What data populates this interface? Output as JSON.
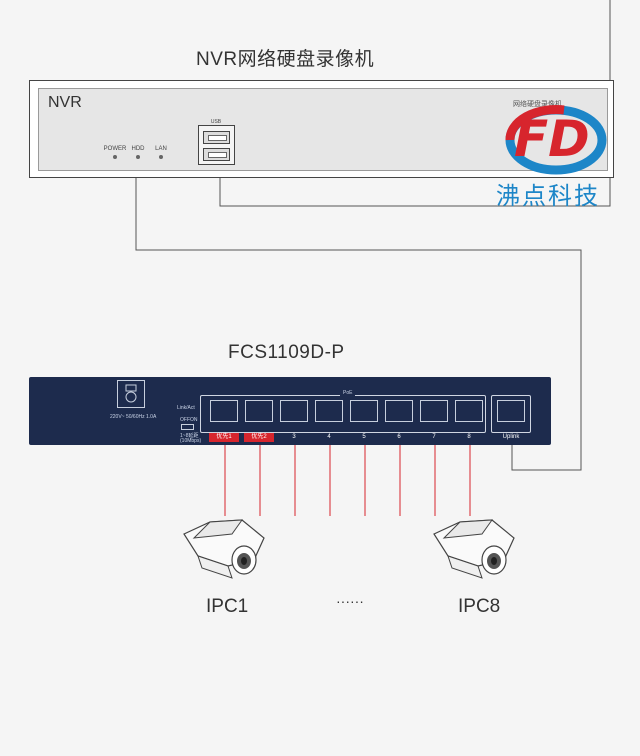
{
  "nvr": {
    "title": "NVR网络硬盘录像机",
    "panel_name": "NVR",
    "indicators": [
      "POWER",
      "HDD",
      "LAN"
    ],
    "usb_label": "USB",
    "panel_small_text": "网络硬盘录像机"
  },
  "brand": {
    "logo_letters": "FD",
    "name": "沸点科技",
    "colors": {
      "red": "#d7252d",
      "blue": "#1d86c8"
    }
  },
  "switch": {
    "title": "FCS1109D-P",
    "power_spec": "220V~ 50/60Hz 1.0A",
    "link_label": "Link/Act",
    "toggle_off": "OFF",
    "toggle_on": "ON",
    "mode_note": "1~8延距",
    "mode_note2": "(10Mbps)",
    "poe_label": "PoE",
    "ports": [
      "优先1",
      "优先2",
      "3",
      "4",
      "5",
      "6",
      "7",
      "8"
    ],
    "uplink_label": "Uplink",
    "colors": {
      "body": "#1d2b4d",
      "priority": "#d7252d",
      "poe_wire": "#d7252d"
    }
  },
  "cameras": {
    "left_label": "IPC1",
    "ellipsis": "······",
    "right_label": "IPC8"
  }
}
